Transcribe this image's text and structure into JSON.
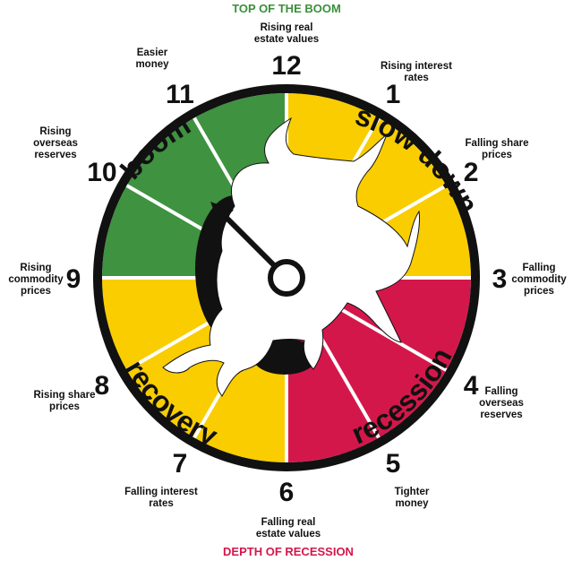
{
  "title_top": "TOP OF THE BOOM",
  "title_bottom": "DEPTH OF RECESSION",
  "colors": {
    "top_title": "#3a8f3a",
    "bottom_title": "#d4174a",
    "boom": "#3f9240",
    "slow_down": "#f9cd00",
    "recession": "#d4174a",
    "recovery": "#f9cd00",
    "ring": "#111111"
  },
  "phases": {
    "boom": "boom",
    "slow_down": "slow down",
    "recession": "recession",
    "recovery": "recovery"
  },
  "hours": [
    {
      "num": "12",
      "lines": [
        "Rising real",
        "estate values"
      ]
    },
    {
      "num": "1",
      "lines": [
        "Rising interest",
        "rates"
      ]
    },
    {
      "num": "2",
      "lines": [
        "Falling share",
        "prices"
      ]
    },
    {
      "num": "3",
      "lines": [
        "Falling",
        "commodity",
        "prices"
      ]
    },
    {
      "num": "4",
      "lines": [
        "Falling",
        "overseas",
        "reserves"
      ]
    },
    {
      "num": "5",
      "lines": [
        "Tighter",
        "money"
      ]
    },
    {
      "num": "6",
      "lines": [
        "Falling real",
        "estate values"
      ]
    },
    {
      "num": "7",
      "lines": [
        "Falling interest",
        "rates"
      ]
    },
    {
      "num": "8",
      "lines": [
        "Rising share",
        "prices"
      ]
    },
    {
      "num": "9",
      "lines": [
        "Rising",
        "commodity",
        "prices"
      ]
    },
    {
      "num": "10",
      "lines": [
        "Rising",
        "overseas",
        "reserves"
      ]
    },
    {
      "num": "11",
      "lines": [
        "Easier",
        "money"
      ]
    }
  ],
  "hand_hour": 10.5
}
